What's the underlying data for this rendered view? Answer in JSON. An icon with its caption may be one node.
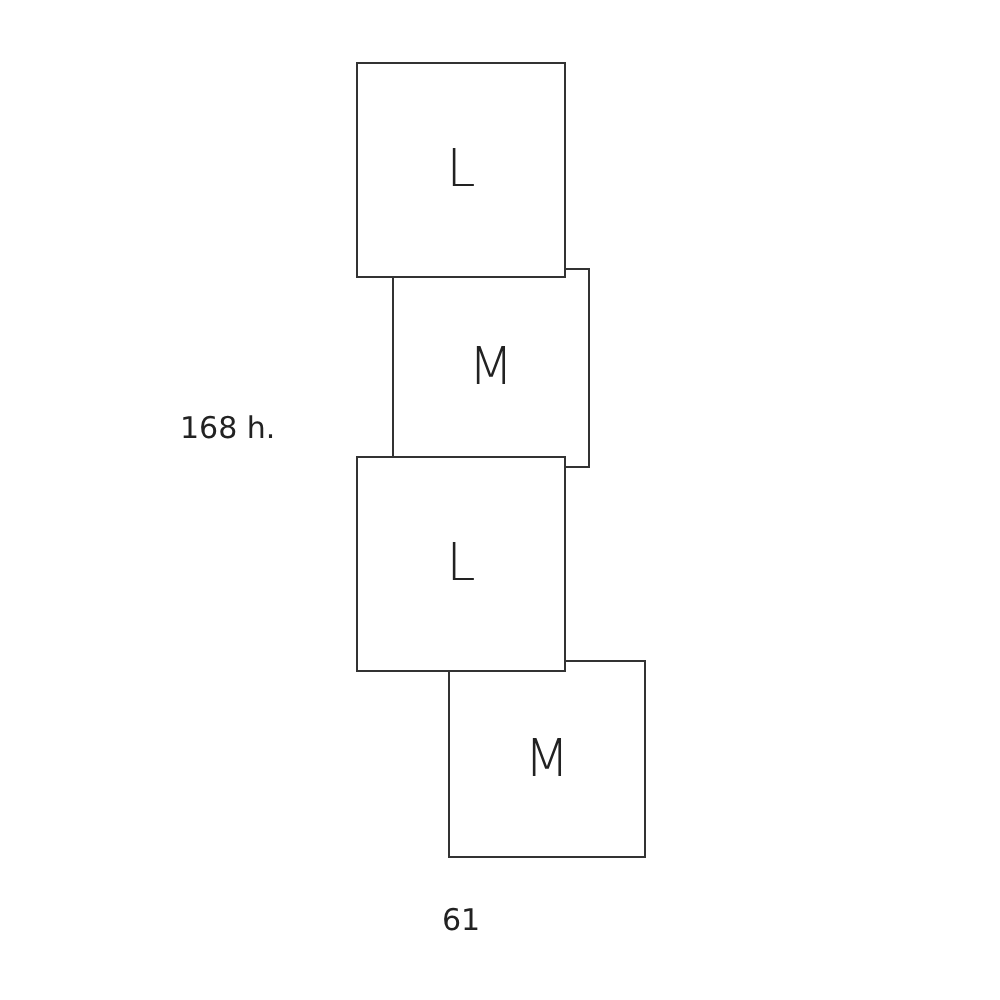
{
  "diagram": {
    "nodes": [
      {
        "text": [
          "L"
        ]
      },
      {
        "text": [
          "M"
        ]
      },
      {
        "text": [
          "L"
        ]
      },
      {
        "text": [
          "M"
        ]
      }
    ],
    "labels": [
      "168 h.",
      "61"
    ]
  }
}
